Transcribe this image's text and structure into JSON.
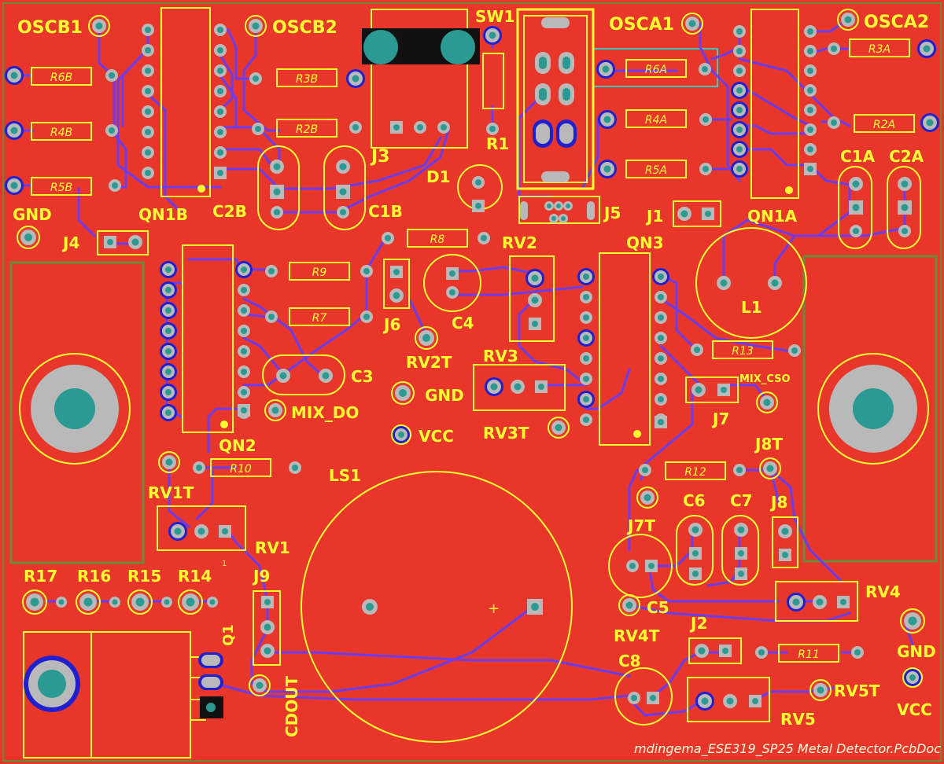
{
  "pcb": {
    "colors": {
      "board": "#e8372a",
      "silk": "#ffff30",
      "trace": "#6a3df0",
      "pad": "#b9b9b9",
      "hole": "#2a9a92",
      "via_ring": "#2020d0",
      "outline": "#6a8a3a",
      "highlight": "#40c8c0",
      "black": "#111111"
    },
    "labels": {
      "oscb1": "OSCB1",
      "oscb2": "OSCB2",
      "osca1": "OSCA1",
      "osca2": "OSCA2",
      "sw1": "SW1",
      "r1": "R1",
      "d1": "D1",
      "j3": "J3",
      "j5": "J5",
      "j1": "J1",
      "qn1a": "QN1A",
      "qn1b": "QN1B",
      "c2b": "C2B",
      "c1b": "C1B",
      "c1a": "C1A",
      "c2a": "C2A",
      "gnd_tl": "GND",
      "j4": "J4",
      "rv2": "RV2",
      "qn3": "QN3",
      "l1": "L1",
      "j6": "J6",
      "c4": "C4",
      "rv2t": "RV2T",
      "rv3": "RV3",
      "c3": "C3",
      "mix_do": "MIX_DO",
      "gnd_mid": "GND",
      "vcc_mid": "VCC",
      "rv3t": "RV3T",
      "mix_cso": "MIX_CSO",
      "j7": "J7",
      "j8t": "J8T",
      "qn2": "QN2",
      "ls1": "LS1",
      "rv1t": "RV1T",
      "rv1": "RV1",
      "c6": "C6",
      "c7": "C7",
      "j8": "J8",
      "j7t": "J7T",
      "r17": "R17",
      "r16": "R16",
      "r15": "R15",
      "r14": "R14",
      "j9": "J9",
      "c5": "C5",
      "rv4": "RV4",
      "rv4t": "RV4T",
      "j2": "J2",
      "gnd_br": "GND",
      "c8": "C8",
      "rv5t": "RV5T",
      "vcc_br": "VCC",
      "q1": "Q1",
      "cdout": "CDOUT",
      "rv5": "RV5",
      "plus": "+",
      "pin1": "1",
      "footer": "mdingema_ESE319_SP25 Metal Detector.PcbDoc"
    },
    "resistors": {
      "r6b": "R6B",
      "r4b": "R4B",
      "r5b": "R5B",
      "r3b": "R3B",
      "r2b": "R2B",
      "r6a": "R6A",
      "r4a": "R4A",
      "r5a": "R5A",
      "r3a": "R3A",
      "r2a": "R2A",
      "r8": "R8",
      "r9": "R9",
      "r7": "R7",
      "r13": "R13",
      "r10": "R10",
      "r12": "R12",
      "r11": "R11"
    }
  }
}
